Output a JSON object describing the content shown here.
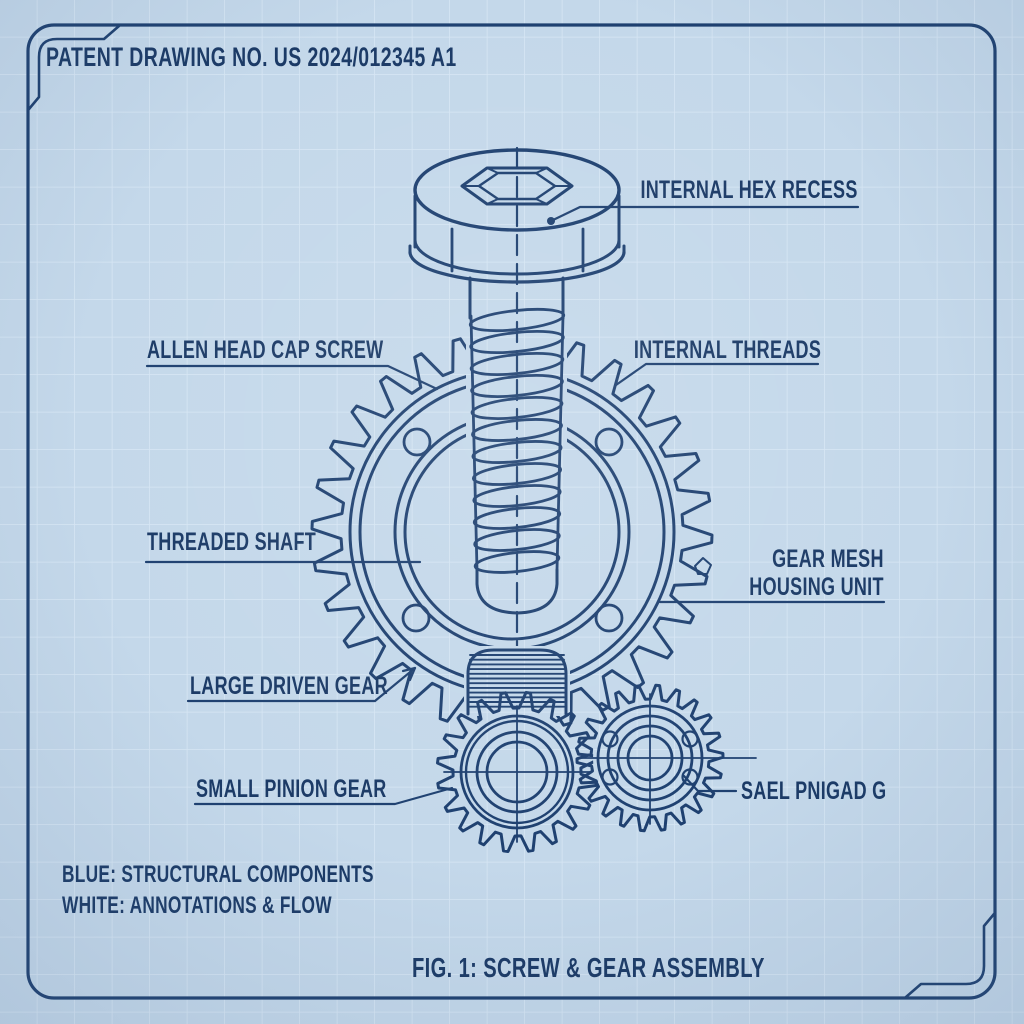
{
  "header": {
    "title": "PATENT DRAWING NO. US 2024/012345 A1"
  },
  "annotations": {
    "internal_hex_recess": "INTERNAL HEX RECESS",
    "allen_head_cap_screw": "ALLEN HEAD CAP SCREW",
    "internal_threads": "INTERNAL THREADS",
    "threaded_shaft": "THREADED SHAFT",
    "gear_mesh_line1": "GEAR MESH",
    "gear_mesh_line2": "HOUSING UNIT",
    "large_driven_gear": "LARGE DRIVEN GEAR",
    "small_pinion_gear": "SMALL PINION GEAR",
    "garbled_label": "SAEL PNIGAD G"
  },
  "legend": {
    "line1": "BLUE: STRUCTURAL COMPONENTS",
    "line2": "WHITE: ANNOTATIONS & FLOW"
  },
  "caption": "FIG. 1: SCREW & GEAR ASSEMBLY",
  "colors": {
    "paper": "#c4d8ea",
    "grid_line": "#dceaf6",
    "ink": "#1e4070",
    "text_ink": "#1b3a66"
  },
  "figure": {
    "number": "FIG. 1",
    "parts_labeled": [
      "INTERNAL HEX RECESS",
      "ALLEN HEAD CAP SCREW",
      "INTERNAL THREADS",
      "THREADED SHAFT",
      "GEAR MESH HOUSING UNIT",
      "LARGE DRIVEN GEAR",
      "SMALL PINION GEAR"
    ]
  }
}
